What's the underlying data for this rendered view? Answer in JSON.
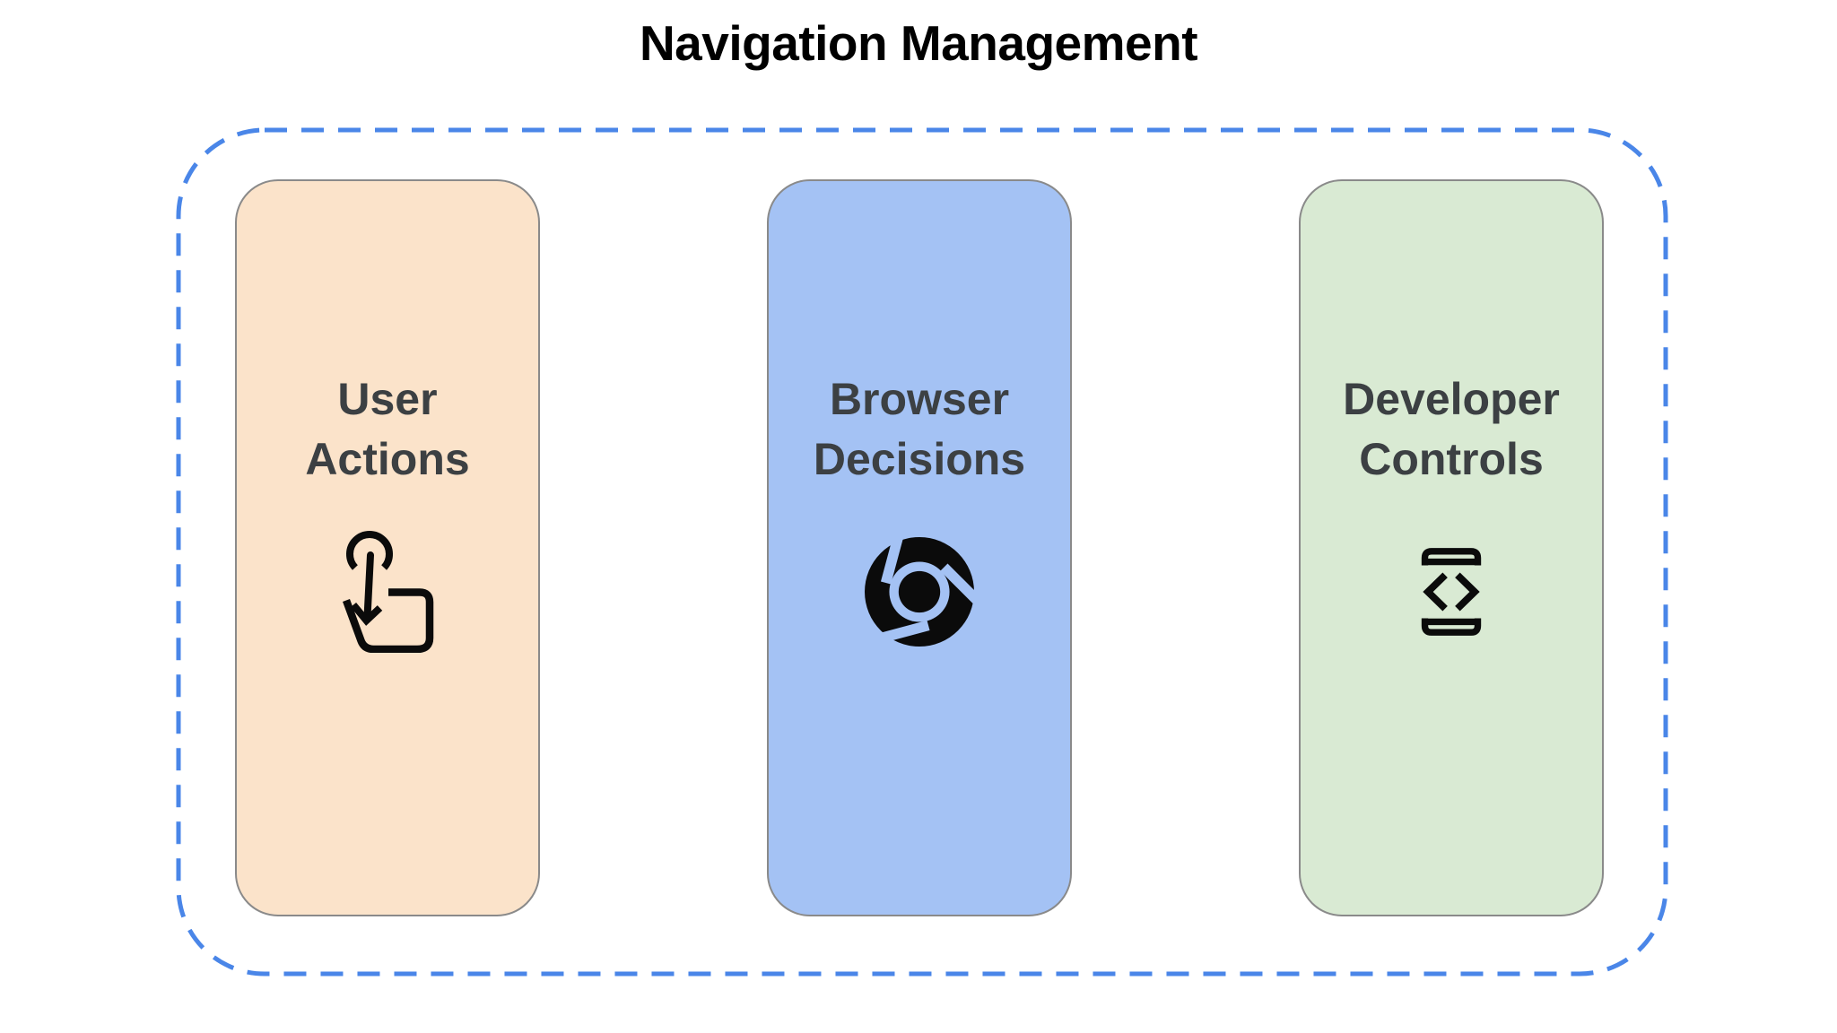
{
  "title": "Navigation Management",
  "colors": {
    "background": "#ffffff",
    "title_text": "#000000",
    "card_label_text": "#3c4043",
    "icon_black": "#0b0b0b",
    "frame_dash_blue": "#4a86e8",
    "card_border_gray": "#8a8a8a",
    "user_actions_bg": "#fbe3ca",
    "browser_decisions_bg": "#a4c2f4",
    "developer_controls_bg": "#d9ead3"
  },
  "cards": [
    {
      "id": "user-actions",
      "line1": "User",
      "line2": "Actions",
      "icon": "tap-gesture-icon"
    },
    {
      "id": "browser-decisions",
      "line1": "Browser",
      "line2": "Decisions",
      "icon": "chrome-browser-icon"
    },
    {
      "id": "developer-controls",
      "line1": "Developer",
      "line2": "Controls",
      "icon": "code-in-phone-icon"
    }
  ]
}
